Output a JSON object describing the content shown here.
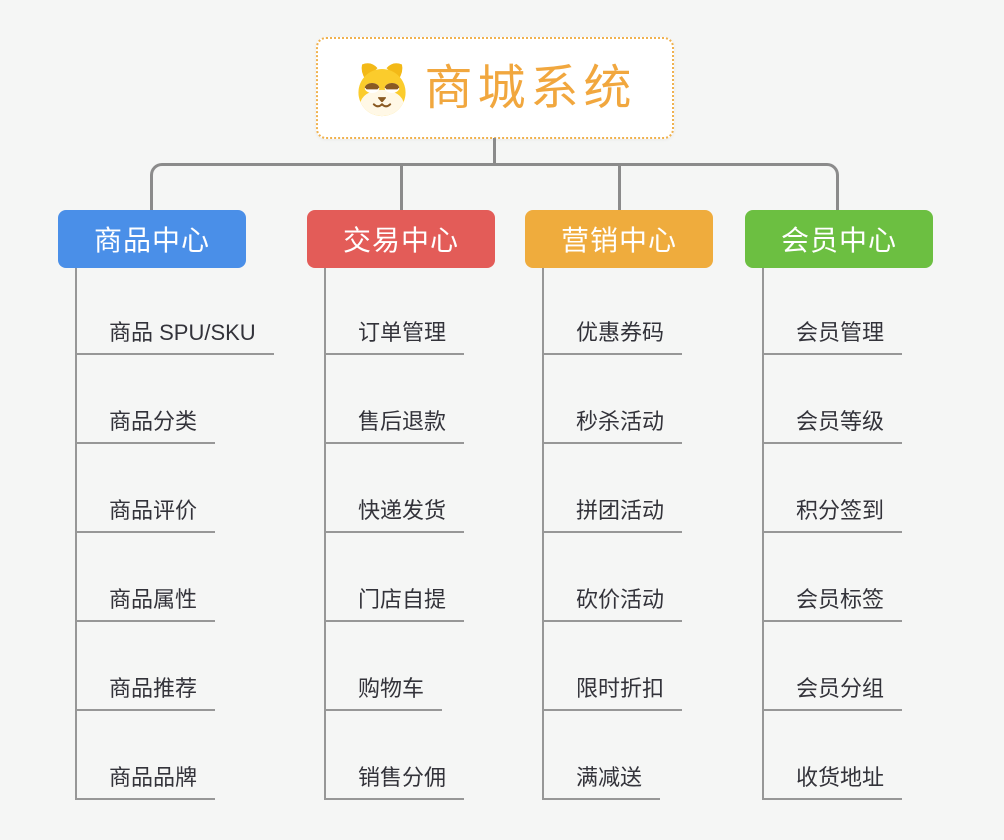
{
  "root": {
    "title": "商城系统",
    "icon": "dog-face-icon",
    "border_color": "#f0b24f",
    "title_color": "#f1a73e"
  },
  "colors": {
    "background": "#f5f6f5",
    "connector": "#8b8b8b",
    "underline": "#979797",
    "child_text": "#33333a"
  },
  "branches": [
    {
      "label": "商品中心",
      "color": "#4a8fe8",
      "children": [
        "商品 SPU/SKU",
        "商品分类",
        "商品评价",
        "商品属性",
        "商品推荐",
        "商品品牌"
      ]
    },
    {
      "label": "交易中心",
      "color": "#e35c58",
      "children": [
        "订单管理",
        "售后退款",
        "快递发货",
        "门店自提",
        "购物车",
        "销售分佣"
      ]
    },
    {
      "label": "营销中心",
      "color": "#efac3d",
      "children": [
        "优惠券码",
        "秒杀活动",
        "拼团活动",
        "砍价活动",
        "限时折扣",
        "满减送"
      ]
    },
    {
      "label": "会员中心",
      "color": "#6cbf41",
      "children": [
        "会员管理",
        "会员等级",
        "积分签到",
        "会员标签",
        "会员分组",
        "收货地址"
      ]
    }
  ]
}
